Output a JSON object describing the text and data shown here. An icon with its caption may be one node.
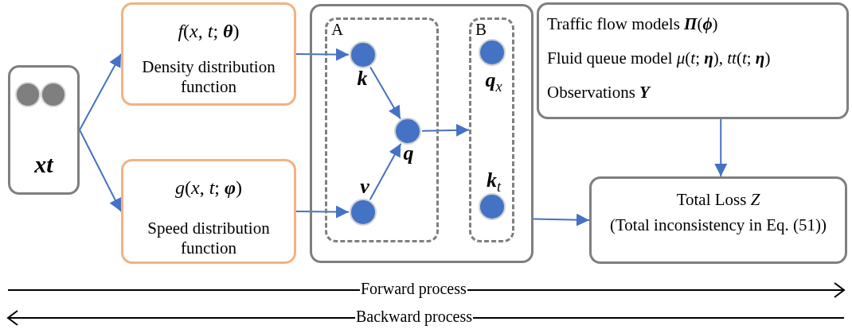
{
  "diagram": {
    "nodes": [
      {
        "text": [
          "xt"
        ]
      },
      {
        "text": [
          "*f*(*x*, *t*; **θ**)",
          "Density distribution function"
        ]
      },
      {
        "text": [
          "*g*(*x*, *t*; **φ**)",
          "Speed distribution function"
        ]
      },
      {
        "text": [],
        "shape": "box"
      },
      {
        "text": [
          "A"
        ],
        "in": 3
      },
      {
        "text": [],
        "shape": "circle",
        "beside": [
          "**k**"
        ],
        "in": 4
      },
      {
        "text": [],
        "shape": "circle",
        "beside": [
          "**v**"
        ],
        "in": 4
      },
      {
        "text": [],
        "shape": "circle",
        "beside": [
          "**q**"
        ],
        "in": 4
      },
      {
        "text": [
          "B"
        ],
        "in": 3
      },
      {
        "text": [],
        "shape": "circle",
        "beside": [
          "**q**$_{x}$"
        ],
        "in": 8
      },
      {
        "text": [],
        "shape": "circle",
        "beside": [
          "**k**$_{t}$"
        ],
        "in": 8
      },
      {
        "text": [
          "Traffic flow models **Π**(**ϕ**)",
          "Fluid queue model *μ*(*t*; **η**), *tt*(*t*; **η**)",
          "Observations **Y**"
        ]
      },
      {
        "text": [
          "Total Loss *Z*",
          "(Total inconsistency in Eq. (51))"
        ]
      }
    ],
    "edges": [
      {
        "from": 0,
        "to": 1,
        "arrow": "to"
      },
      {
        "from": 0,
        "to": 2,
        "arrow": "to"
      },
      {
        "from": 1,
        "to": 5,
        "arrow": "to"
      },
      {
        "from": 2,
        "to": 6,
        "arrow": "to"
      },
      {
        "from": 5,
        "to": 7,
        "arrow": "to"
      },
      {
        "from": 6,
        "to": 7,
        "arrow": "to"
      },
      {
        "from": 7,
        "to": 8,
        "arrow": "to"
      },
      {
        "from": 3,
        "to": 12,
        "arrow": "to"
      },
      {
        "from": 11,
        "to": 12,
        "arrow": "to"
      }
    ],
    "labels": [
      "Forward process",
      "Backward process"
    ]
  }
}
